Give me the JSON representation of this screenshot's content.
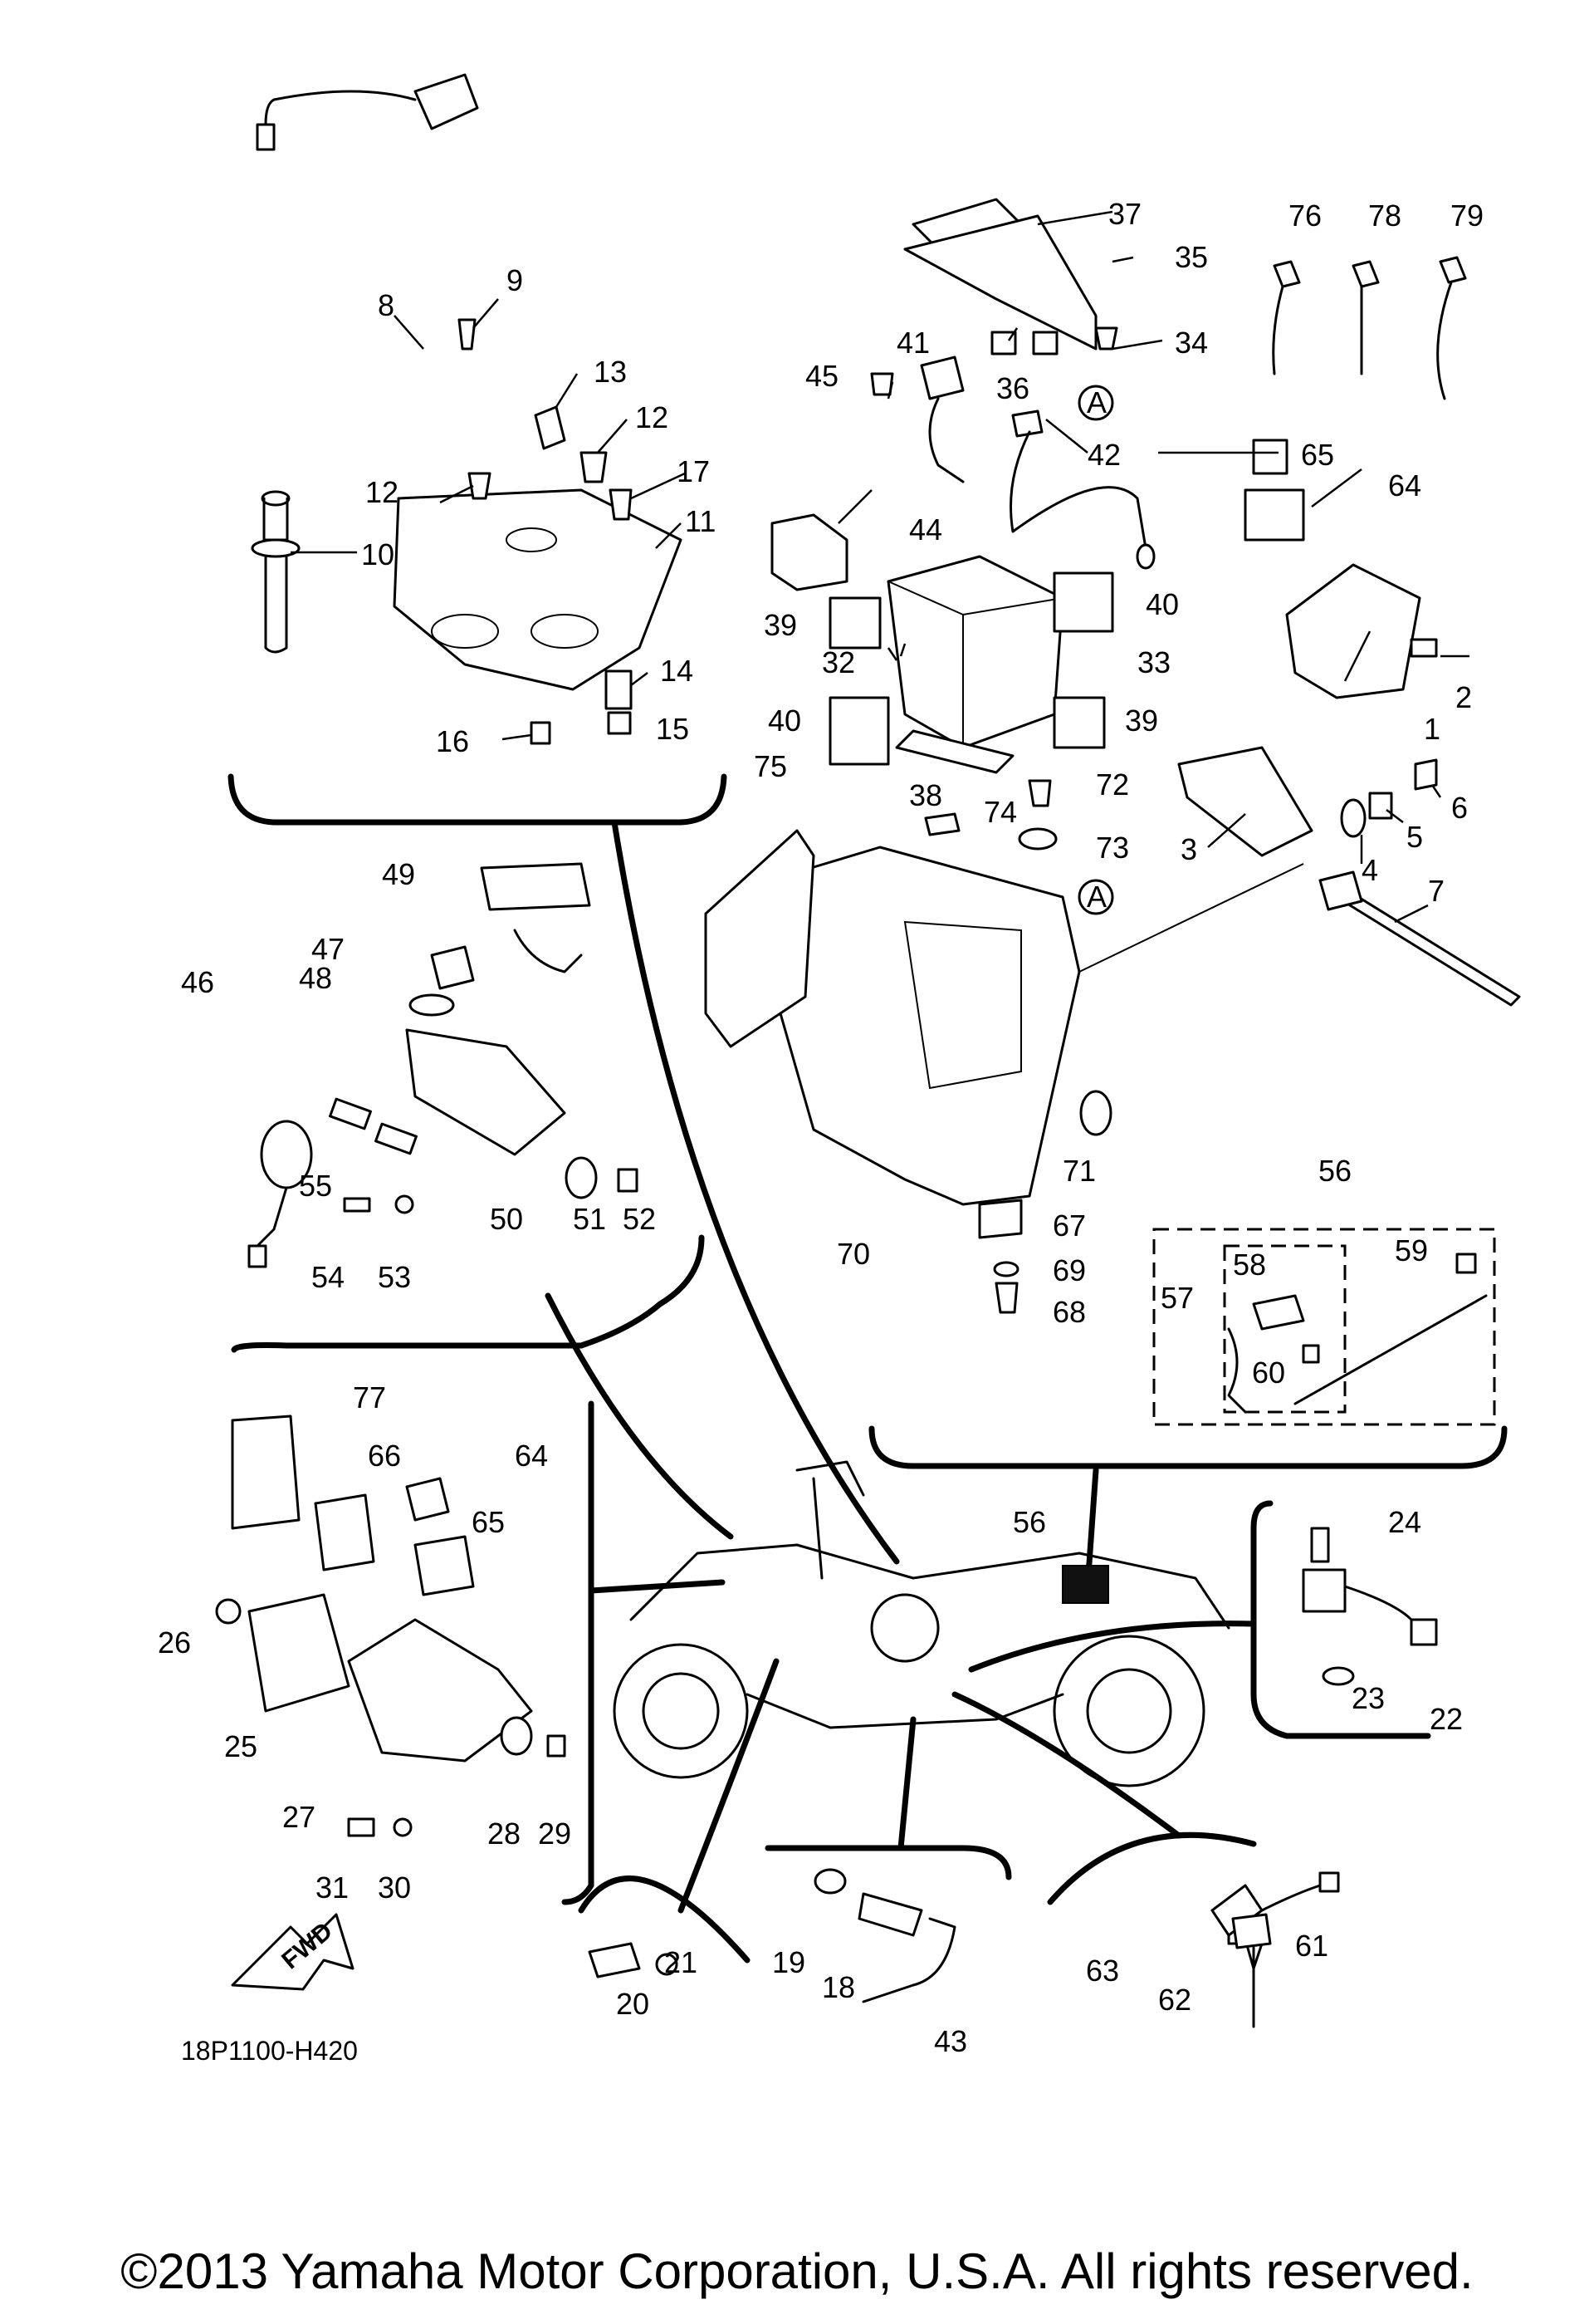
{
  "diagram_code": "18P1100-H420",
  "fwd_label": "FWD",
  "circle_marker": "A",
  "copyright": "©2013 Yamaha Motor Corporation, U.S.A. All rights reserved.",
  "callouts": [
    "1",
    "2",
    "3",
    "4",
    "5",
    "6",
    "7",
    "8",
    "9",
    "10",
    "11",
    "12",
    "13",
    "14",
    "15",
    "16",
    "17",
    "18",
    "19",
    "20",
    "21",
    "22",
    "23",
    "24",
    "25",
    "26",
    "27",
    "28",
    "29",
    "30",
    "31",
    "32",
    "33",
    "34",
    "35",
    "36",
    "37",
    "38",
    "39",
    "40",
    "41",
    "42",
    "43",
    "44",
    "45",
    "46",
    "47",
    "48",
    "49",
    "50",
    "51",
    "52",
    "53",
    "54",
    "55",
    "56",
    "57",
    "58",
    "59",
    "60",
    "61",
    "62",
    "63",
    "64",
    "65",
    "66",
    "67",
    "68",
    "69",
    "70",
    "71",
    "72",
    "73",
    "74",
    "75",
    "76",
    "77",
    "78",
    "79"
  ]
}
